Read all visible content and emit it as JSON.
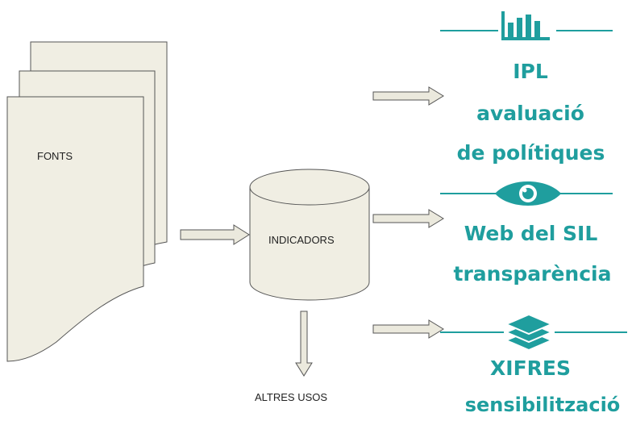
{
  "diagram": {
    "sources_label": "FONTS",
    "database_label": "INDICADORS",
    "other_uses_label": "ALTRES USOS",
    "outputs": [
      {
        "icon": "bar-chart-icon",
        "lines": [
          "IPL",
          "avaluació",
          "de polítiques"
        ]
      },
      {
        "icon": "eye-icon",
        "lines": [
          "Web del SIL",
          "transparència"
        ]
      },
      {
        "icon": "layers-stack-icon",
        "lines": [
          "XIFRES",
          "sensibilització"
        ]
      }
    ]
  },
  "colors": {
    "paper_fill": "#f0eee3",
    "paper_stroke": "#555555",
    "arrow_fill": "#ebe9dd",
    "accent": "#1f9e9e"
  }
}
